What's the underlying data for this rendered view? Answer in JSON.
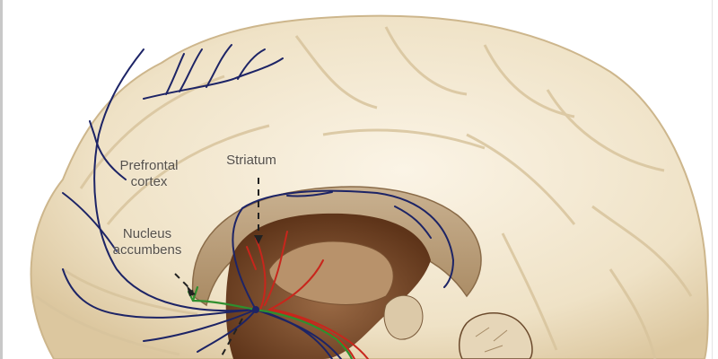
{
  "figure": {
    "subject": "Medial sagittal view of the brain showing dopamine pathways",
    "labels": {
      "prefrontal_cortex": [
        "Prefrontal",
        "cortex"
      ],
      "striatum": "Striatum",
      "nucleus_accumbens": [
        "Nucleus",
        "accumbens"
      ]
    },
    "colors": {
      "background": "#ffffff",
      "cortex": "#efe3c8",
      "cortex_shadow": "#d9c6a0",
      "inner_brown": "#7a4a2a",
      "pathway_blue": "#1d2466",
      "pathway_red": "#c8261c",
      "pathway_green": "#2f8f2f",
      "label_text": "#55504a"
    }
  }
}
